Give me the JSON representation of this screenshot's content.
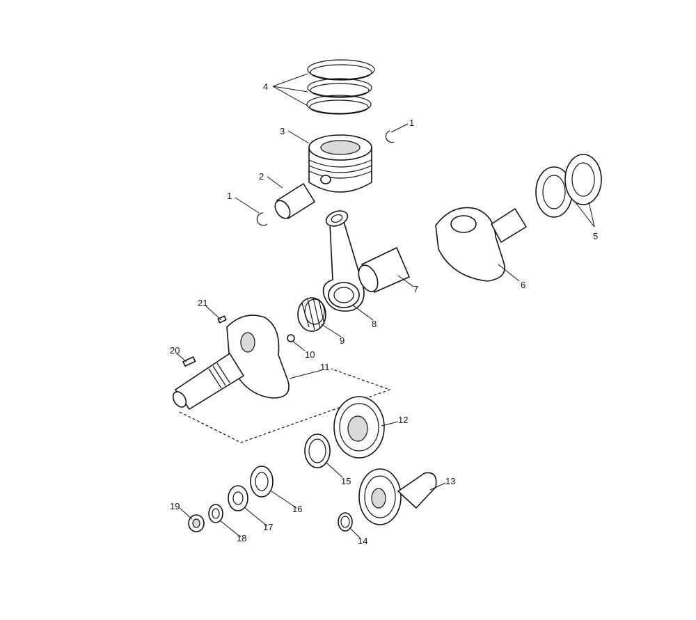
{
  "callouts": {
    "c1a": "1",
    "c1b": "1",
    "c2": "2",
    "c3": "3",
    "c4": "4",
    "c5": "5",
    "c6": "6",
    "c7": "7",
    "c8": "8",
    "c9": "9",
    "c10": "10",
    "c11": "11",
    "c12": "12",
    "c13": "13",
    "c14": "14",
    "c15": "15",
    "c16": "16",
    "c17": "17",
    "c18": "18",
    "c19": "19",
    "c20": "20",
    "c21": "21"
  }
}
